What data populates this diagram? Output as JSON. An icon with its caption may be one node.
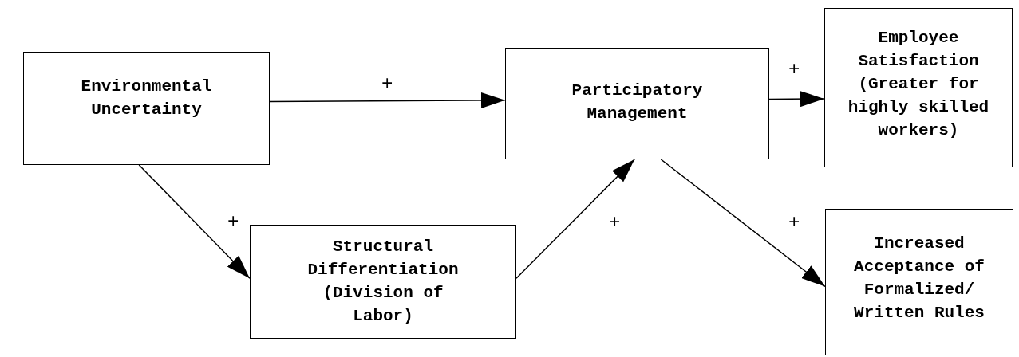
{
  "diagram": {
    "nodes": [
      {
        "text": [
          "Environmental Uncertainty"
        ]
      },
      {
        "text": [
          "Participatory Management"
        ]
      },
      {
        "text": [
          "Employee Satisfaction (Greater for highly skilled workers)"
        ]
      },
      {
        "text": [
          "Structural Differentiation (Division of Labor)"
        ]
      },
      {
        "text": [
          "Increased Acceptance of Formalized/ Written Rules"
        ]
      }
    ],
    "edges": [
      {
        "from": 0,
        "to": 1,
        "arrow": "to",
        "label": "+"
      },
      {
        "from": 1,
        "to": 2,
        "arrow": "to",
        "label": "+"
      },
      {
        "from": 0,
        "to": 3,
        "arrow": "to",
        "label": "+"
      },
      {
        "from": 3,
        "to": 1,
        "arrow": "to",
        "label": "+"
      },
      {
        "from": 1,
        "to": 4,
        "arrow": "to",
        "label": "+"
      }
    ]
  }
}
